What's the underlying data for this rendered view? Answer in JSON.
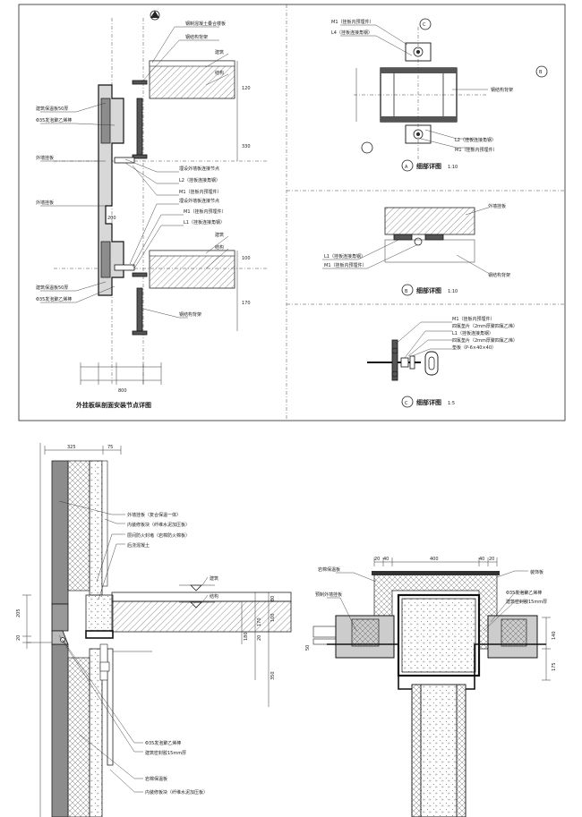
{
  "top_sheet": {
    "section_title": "外挂板纵剖面安装节点详图",
    "section_labels": [
      "钢制混凝土叠合楼板",
      "钢结构背架",
      "建筑",
      "结构",
      "建筑保温板50厚",
      "Φ35发泡聚乙烯棒",
      "外墙挂板",
      "埋设外墙板连接节点",
      "L2（挂板连接角钢）",
      "M1（挂板内预埋件）",
      "外墙挂板",
      "埋设外墙板连接节点",
      "M1（挂板内预埋件）",
      "L1（挂板连接角钢）",
      "建筑",
      "结构",
      "建筑保温板50厚",
      "Φ35发泡聚乙烯棒",
      "钢结构背架"
    ],
    "section_dims": [
      "800",
      "200",
      "330",
      "120",
      "100",
      "170"
    ],
    "detail_a": {
      "label": "A",
      "title": "细部详图",
      "scale": "1:10",
      "callouts": [
        "M1（挂板内预埋件）",
        "L4（挂板连接角钢）",
        "钢结构背架",
        "L2（挂板连接角钢）",
        "M1（挂板内预埋件）"
      ],
      "bubbles": [
        "C",
        "B"
      ]
    },
    "detail_b": {
      "label": "B",
      "title": "细部详图",
      "scale": "1:10",
      "callouts": [
        "外墙挂板",
        "L1（挂板连接角钢）",
        "M1（挂板内预埋件）",
        "钢结构背架"
      ]
    },
    "detail_c": {
      "label": "C",
      "title": "细部详图",
      "scale": "1:5",
      "callouts": [
        "M1（挂板内预埋件）",
        "四氟垫片（2mm厚聚四氟乙烯）",
        "L1（挂板连接角钢）",
        "四氟垫片（2mm厚聚四氟乙烯）",
        "垫板（P-6×40×40）"
      ]
    }
  },
  "bottom_left": {
    "callouts": [
      "外墙挂板（复合保温一体）",
      "内装修板块（纤维水泥加压板）",
      "层间防火封堵（岩棉防火棉板）",
      "后浇混凝土",
      "建筑",
      "结构",
      "Φ35发泡聚乙烯棒",
      "建筑密封胶15mm厚",
      "岩棉保温板",
      "内装修板块（纤维水泥加压板）"
    ],
    "dims": [
      "325",
      "75",
      "205",
      "20",
      "80",
      "100",
      "170",
      "20",
      "350",
      "180"
    ]
  },
  "bottom_right": {
    "callouts": [
      "岩棉保温板",
      "预制外墙挂板",
      "装饰板",
      "Φ35发泡聚乙烯棒",
      "建筑密封胶15mm厚"
    ],
    "dims": [
      "20",
      "40",
      "400",
      "40",
      "20",
      "50",
      "140",
      "175"
    ]
  }
}
